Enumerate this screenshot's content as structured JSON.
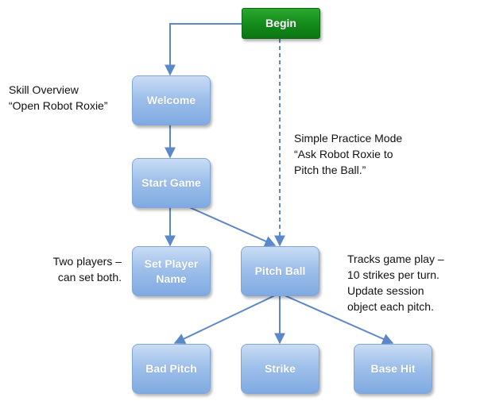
{
  "nodes": {
    "begin": "Begin",
    "welcome": "Welcome",
    "start_game": "Start Game",
    "set_player_name": "Set Player\nName",
    "pitch_ball": "Pitch Ball",
    "bad_pitch": "Bad Pitch",
    "strike": "Strike",
    "base_hit": "Base Hit"
  },
  "notes": {
    "skill_overview": "Skill Overview\n“Open Robot Roxie”",
    "simple_practice": "Simple Practice Mode\n“Ask Robot Roxie to\nPitch the Ball.”",
    "two_players": "Two players –\ncan set both.",
    "tracks_game": "Tracks game play –\n10 strikes per turn.\nUpdate session\nobject each pitch."
  },
  "edges": [
    {
      "from": "begin",
      "to": "welcome",
      "style": "solid"
    },
    {
      "from": "begin",
      "to": "pitch_ball",
      "style": "dashed"
    },
    {
      "from": "welcome",
      "to": "start_game",
      "style": "solid"
    },
    {
      "from": "start_game",
      "to": "set_player_name",
      "style": "solid"
    },
    {
      "from": "start_game",
      "to": "pitch_ball",
      "style": "solid"
    },
    {
      "from": "pitch_ball",
      "to": "bad_pitch",
      "style": "solid"
    },
    {
      "from": "pitch_ball",
      "to": "strike",
      "style": "solid"
    },
    {
      "from": "pitch_ball",
      "to": "base_hit",
      "style": "solid"
    }
  ],
  "colors": {
    "begin_fill": "#16901c",
    "node_fill": "#8fb6e8",
    "edge": "#5b88c8"
  }
}
